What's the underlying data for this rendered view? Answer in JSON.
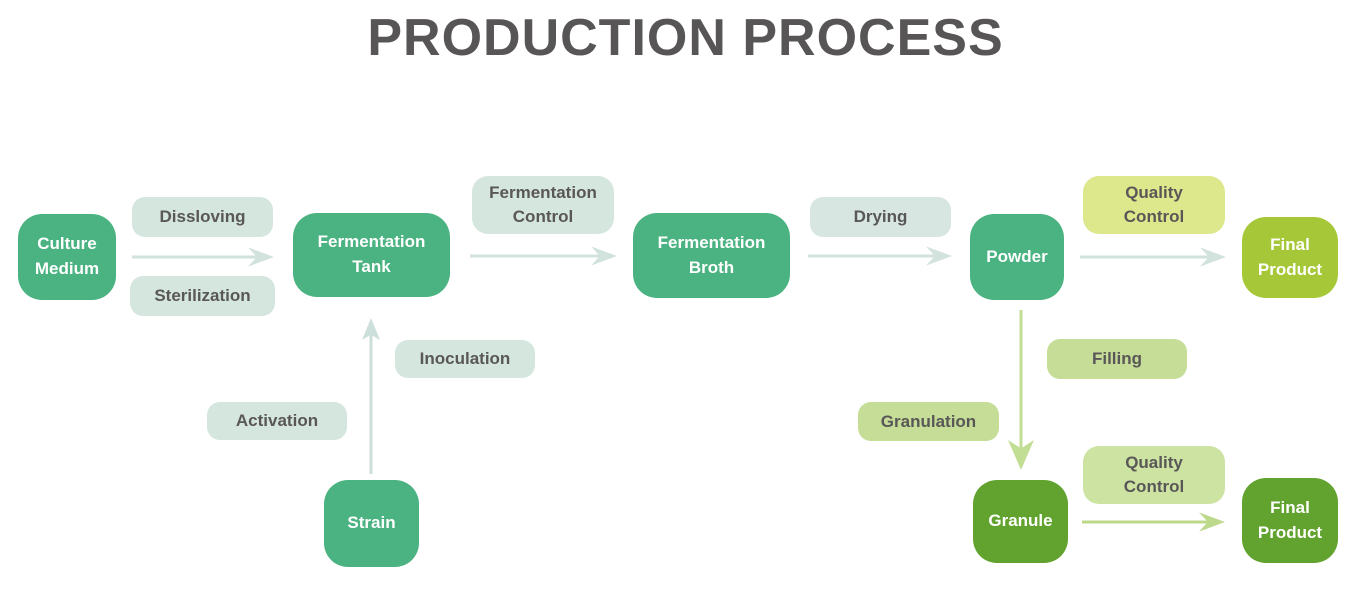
{
  "title": "PRODUCTION PROCESS",
  "nodes": {
    "culture_medium": {
      "label": "Culture\nMedium",
      "color": "#4ab381"
    },
    "fermentation_tank": {
      "label": "Fermentation\nTank",
      "color": "#4ab381"
    },
    "fermentation_broth": {
      "label": "Fermentation\nBroth",
      "color": "#4ab381"
    },
    "powder": {
      "label": "Powder",
      "color": "#4ab381"
    },
    "final_product_top": {
      "label": "Final\nProduct",
      "color": "#a6c838"
    },
    "strain": {
      "label": "Strain",
      "color": "#4ab381"
    },
    "granule": {
      "label": "Granule",
      "color": "#61a32e"
    },
    "final_product_bottom": {
      "label": "Final\nProduct",
      "color": "#61a32e"
    }
  },
  "steps": {
    "dissloving": {
      "label": "Dissloving",
      "color": "#d5e6de"
    },
    "sterilization": {
      "label": "Sterilization",
      "color": "#d5e6de"
    },
    "fermentation_control": {
      "label": "Fermentation\nControl",
      "color": "#d5e6de"
    },
    "drying": {
      "label": "Drying",
      "color": "#d7e6e0"
    },
    "quality_control_top": {
      "label": "Quality\nControl",
      "color": "#dde88c"
    },
    "filling": {
      "label": "Filling",
      "color": "#c5dd97"
    },
    "granulation": {
      "label": "Granulation",
      "color": "#c5dd97"
    },
    "inoculation": {
      "label": "Inoculation",
      "color": "#d5e6de"
    },
    "activation": {
      "label": "Activation",
      "color": "#d5e6de"
    },
    "quality_control_bottom": {
      "label": "Quality\nControl",
      "color": "#cde3a2"
    }
  },
  "edges": [
    {
      "from": "Culture Medium",
      "to": "Fermentation Tank",
      "via": [
        "Dissloving",
        "Sterilization"
      ],
      "direction": "right",
      "color": "#d2e2dd"
    },
    {
      "from": "Fermentation Tank",
      "to": "Fermentation Broth",
      "via": [
        "Fermentation Control"
      ],
      "direction": "right",
      "color": "#d2e2dd"
    },
    {
      "from": "Fermentation Broth",
      "to": "Powder",
      "via": [
        "Drying"
      ],
      "direction": "right",
      "color": "#d2e2dd"
    },
    {
      "from": "Powder",
      "to": "Final Product",
      "via": [
        "Quality Control"
      ],
      "direction": "right",
      "color": "#d2e2dd"
    },
    {
      "from": "Strain",
      "to": "Fermentation Tank",
      "via": [
        "Activation",
        "Inoculation"
      ],
      "direction": "up",
      "color": "#ccdfda"
    },
    {
      "from": "Powder",
      "to": "Granule",
      "via": [
        "Granulation",
        "Filling"
      ],
      "direction": "down",
      "color": "#c2dd94"
    },
    {
      "from": "Granule",
      "to": "Final Product",
      "via": [
        "Quality Control"
      ],
      "direction": "right",
      "color": "#bcd98c"
    }
  ],
  "colors": {
    "background": "#ffffff",
    "title_text": "#575555",
    "tag_text": "#595757",
    "node_text": "#ffffff"
  }
}
